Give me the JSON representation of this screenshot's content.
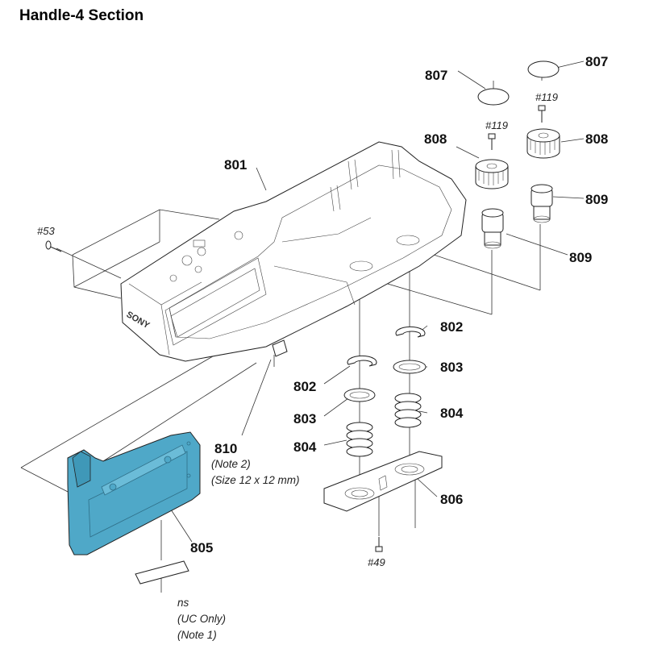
{
  "title": "Handle-4 Section",
  "parts": {
    "p801": "801",
    "p802a": "802",
    "p802b": "802",
    "p803a": "803",
    "p803b": "803",
    "p804a": "804",
    "p804b": "804",
    "p805": "805",
    "p806": "806",
    "p807a": "807",
    "p807b": "807",
    "p808a": "808",
    "p808b": "808",
    "p809a": "809",
    "p809b": "809",
    "p810": "810"
  },
  "screws": {
    "s53": "#53",
    "s119a": "#119",
    "s119b": "#119",
    "s49": "#49"
  },
  "notes": {
    "n810_note": "(Note 2)",
    "n810_size": "(Size 12 x 12 mm)",
    "ns": "ns",
    "ns_uc": "(UC Only)",
    "ns_note": "(Note 1)"
  },
  "colors": {
    "highlight": "#4fa8c8",
    "highlight_dark": "#2f86a8"
  },
  "logo_text": "SONY"
}
